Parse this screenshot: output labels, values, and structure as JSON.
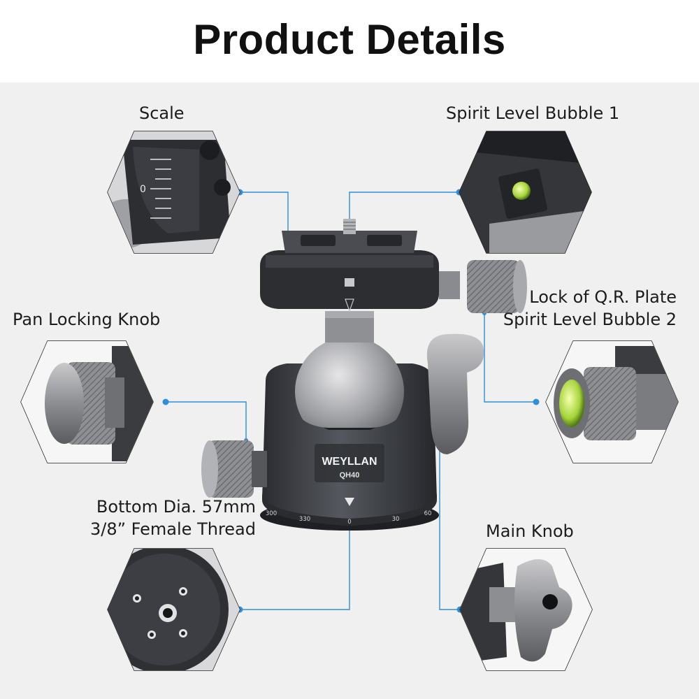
{
  "page": {
    "title": "Product Details"
  },
  "callouts": {
    "scale": "Scale",
    "spirit_level_1": "Spirit Level Bubble 1",
    "qr_plate_lock_line1": "Lock of Q.R. Plate",
    "qr_plate_lock_line2": "Spirit Level Bubble 2",
    "pan_locking_knob": "Pan Locking Knob",
    "bottom_line1": "Bottom Dia. 57mm",
    "bottom_line2": "3/8” Female Thread",
    "main_knob": "Main Knob"
  },
  "product": {
    "brand": "WEYLLAN",
    "model": "QH40",
    "dial_marks": [
      "300",
      "330",
      "0",
      "30",
      "60"
    ],
    "scale_zero": "0"
  },
  "colors": {
    "callout_line": "#2f8fd8",
    "body_dark": "#3a3c40",
    "metal_gray": "#9a9b9e",
    "bubble_green": "#b7e04a"
  }
}
